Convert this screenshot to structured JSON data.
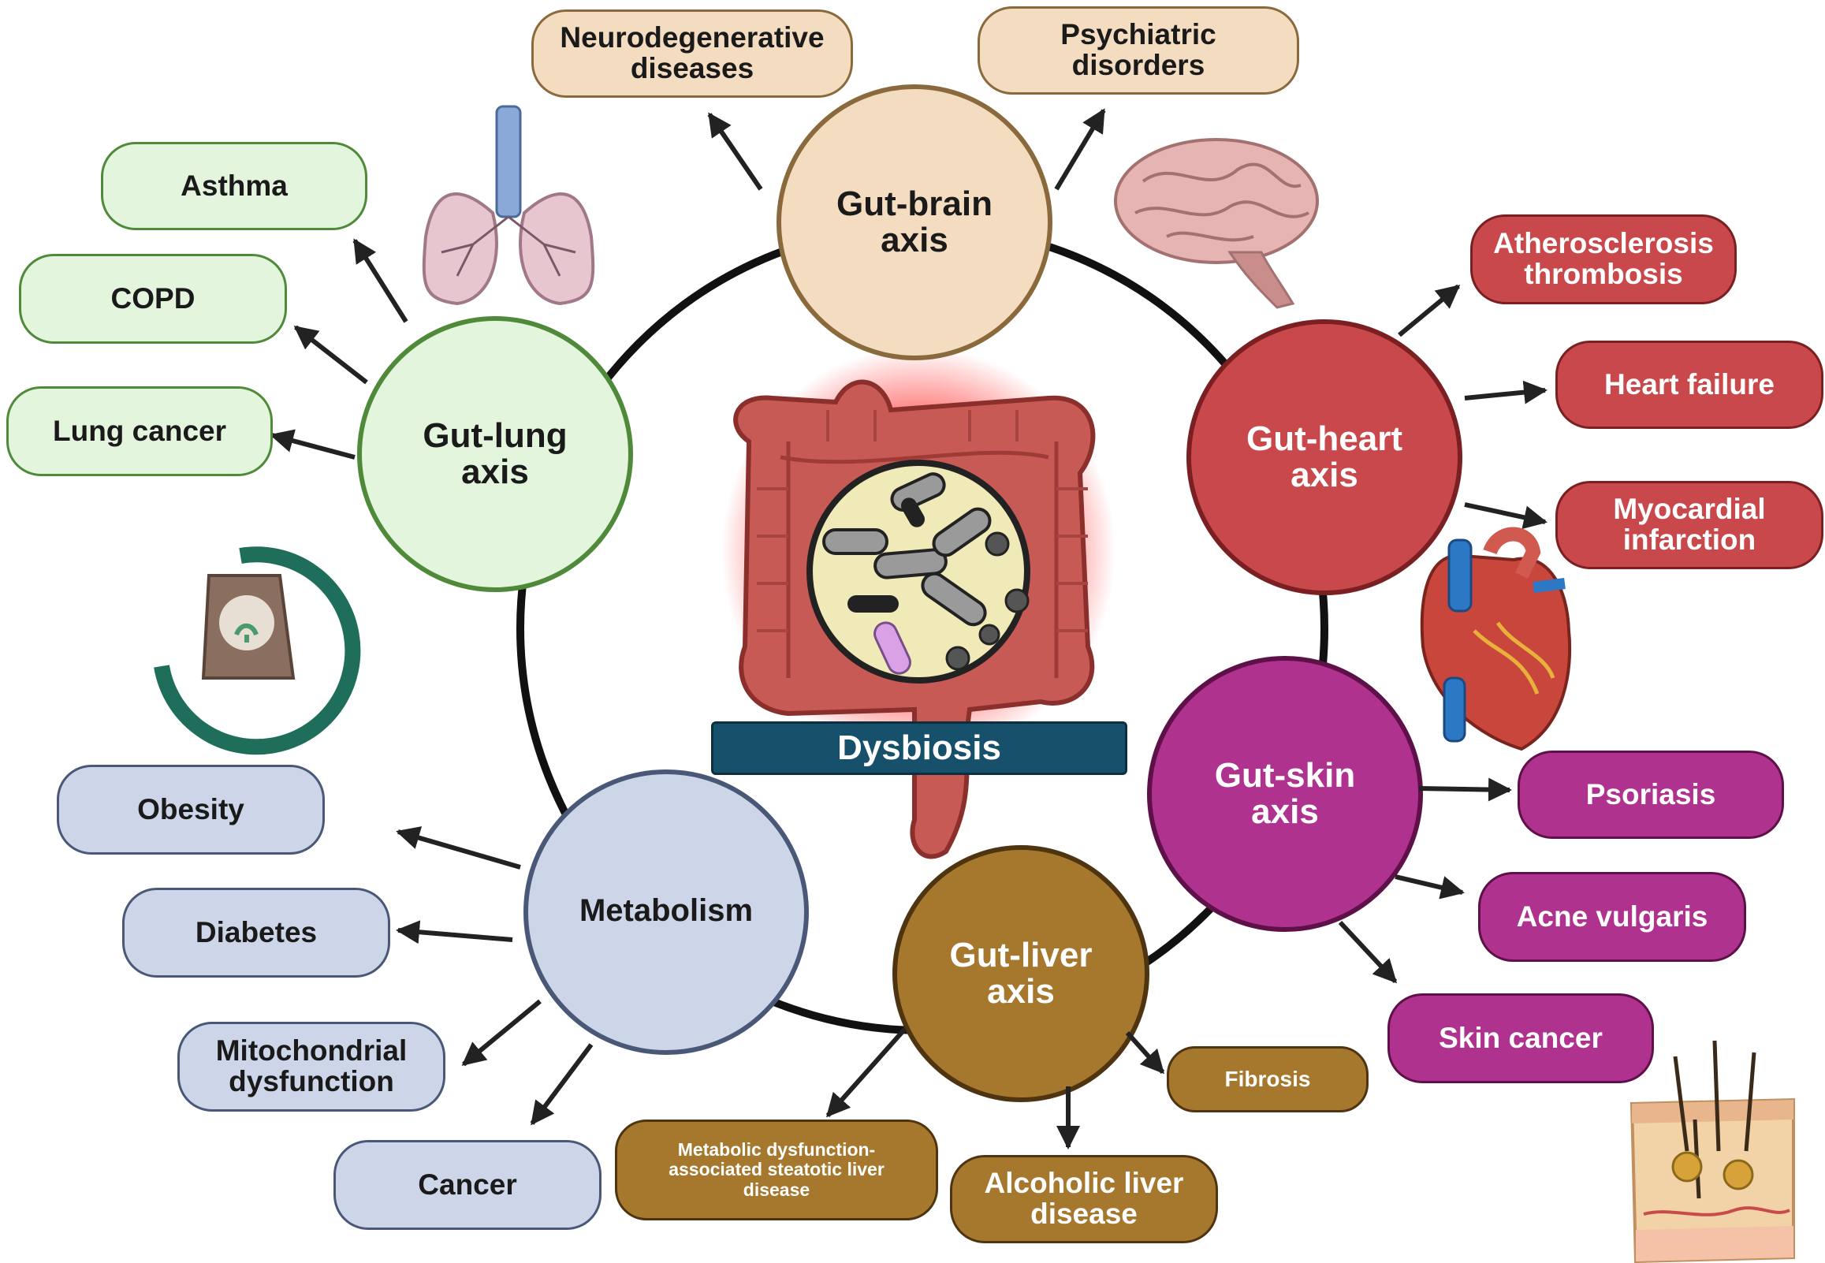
{
  "center": {
    "label": "Dysbiosis"
  },
  "hubs": [
    {
      "id": "gut-brain",
      "label": "Gut-brain\naxis",
      "fill": "#f3dcc0",
      "stroke": "#8a6a3c",
      "text": "#1a1a1a",
      "targets": [
        {
          "label": "Neurodegenerative\ndiseases"
        },
        {
          "label": "Psychiatric\ndisorders"
        }
      ]
    },
    {
      "id": "gut-heart",
      "label": "Gut-heart\naxis",
      "fill": "#c9484b",
      "stroke": "#7a1f22",
      "text": "#ffffff",
      "targets": [
        {
          "label": "Atherosclerosis\nthrombosis"
        },
        {
          "label": "Heart failure"
        },
        {
          "label": "Myocardial\ninfarction"
        }
      ]
    },
    {
      "id": "gut-skin",
      "label": "Gut-skin\naxis",
      "fill": "#b0328f",
      "stroke": "#5e1048",
      "text": "#ffffff",
      "targets": [
        {
          "label": "Psoriasis"
        },
        {
          "label": "Acne vulgaris"
        },
        {
          "label": "Skin cancer"
        }
      ]
    },
    {
      "id": "gut-liver",
      "label": "Gut-liver\naxis",
      "fill": "#a6782d",
      "stroke": "#4e3410",
      "text": "#ffffff",
      "targets": [
        {
          "label": "Fibrosis"
        },
        {
          "label": "Alcoholic liver\ndisease"
        },
        {
          "label": "Metabolic dysfunction-\nassociated steatotic liver\ndisease"
        }
      ]
    },
    {
      "id": "metabolism",
      "label": "Metabolism",
      "fill": "#cdd6e8",
      "stroke": "#4a5878",
      "text": "#1a1a1a",
      "targets": [
        {
          "label": "Obesity"
        },
        {
          "label": "Diabetes"
        },
        {
          "label": "Mitochondrial\ndysfunction"
        },
        {
          "label": "Cancer"
        }
      ]
    },
    {
      "id": "gut-lung",
      "label": "Gut-lung\naxis",
      "fill": "#e3f5dc",
      "stroke": "#4e8a3a",
      "text": "#1a1a1a",
      "targets": [
        {
          "label": "Asthma"
        },
        {
          "label": "COPD"
        },
        {
          "label": "Lung cancer"
        }
      ]
    }
  ],
  "icons": [
    "brain-icon",
    "lungs-icon",
    "heart-icon",
    "skin-layers-icon",
    "probiotic-sack-icon",
    "intestine-icon",
    "bacteria-magnifier-icon"
  ]
}
